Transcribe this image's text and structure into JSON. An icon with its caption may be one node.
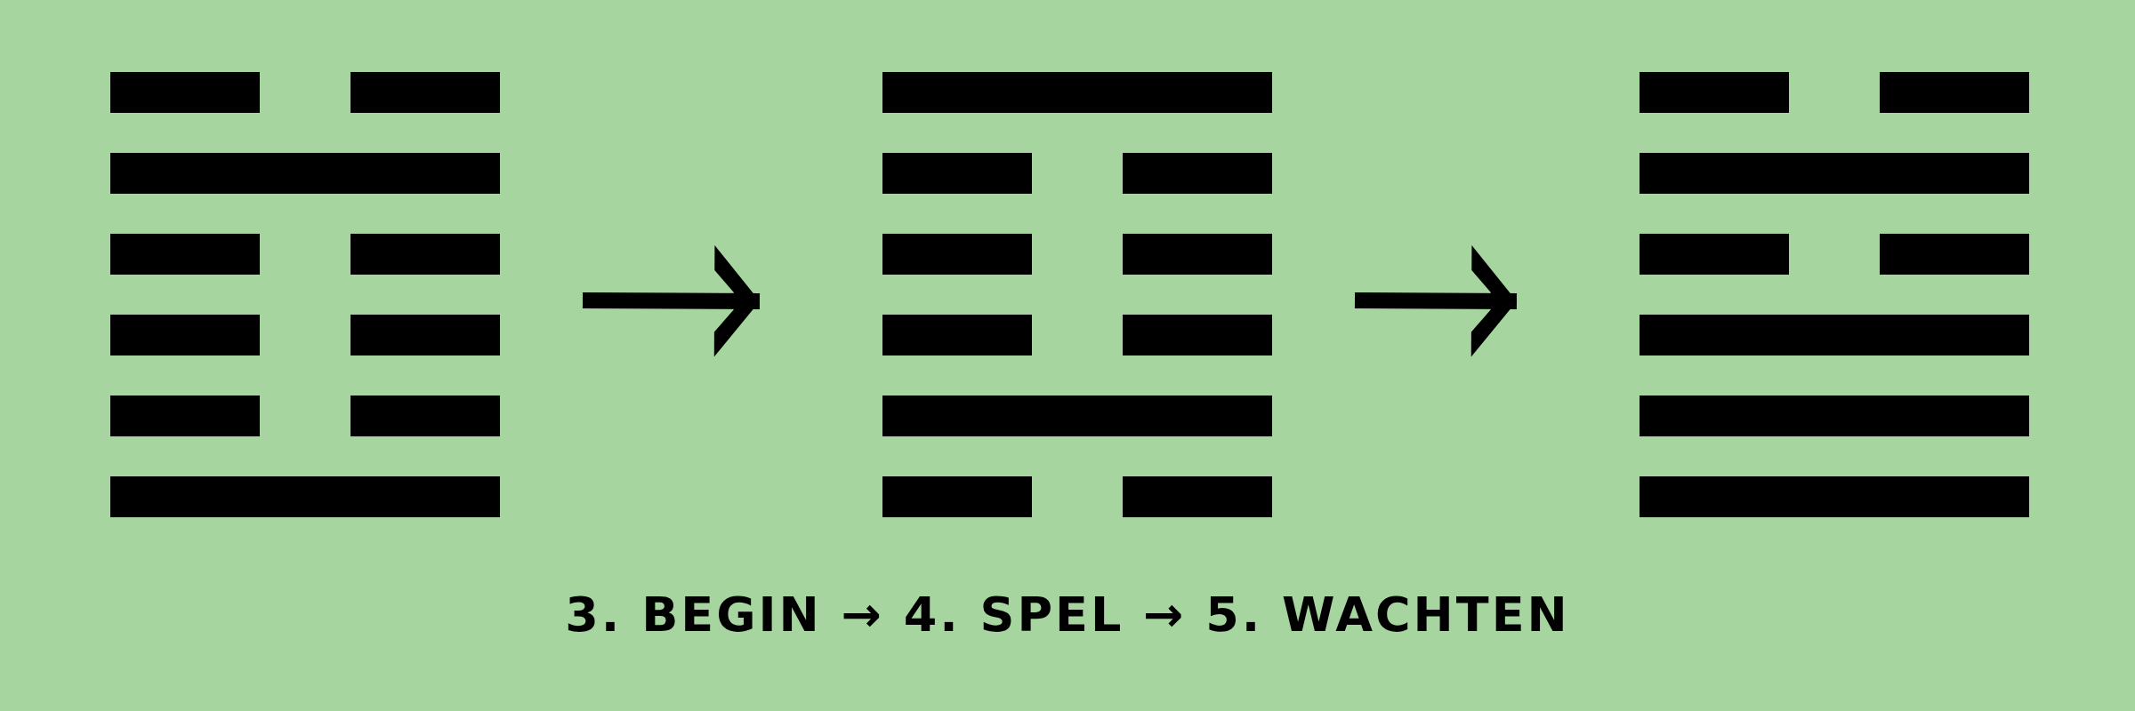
{
  "diagram": {
    "caption": "3. BEGIN → 4. SPEL → 5. WACHTEN",
    "nodes": [
      {
        "text": [],
        "shape": "picture"
      },
      {
        "text": [],
        "shape": "picture"
      },
      {
        "text": [],
        "shape": "picture"
      }
    ],
    "edges": [
      {
        "from": 0,
        "to": 1,
        "arrow": "to"
      },
      {
        "from": 1,
        "to": 2,
        "arrow": "to"
      }
    ]
  }
}
